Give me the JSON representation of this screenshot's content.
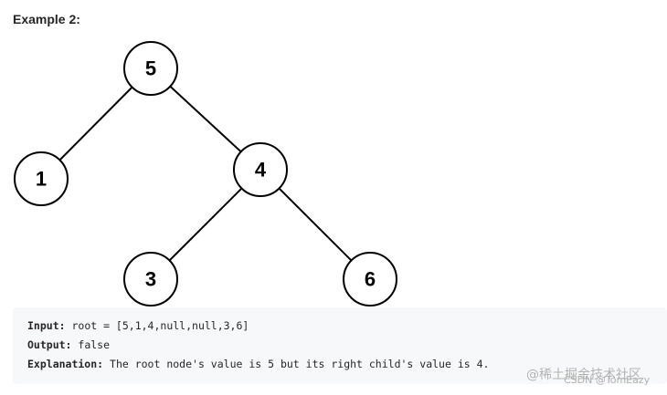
{
  "heading": "Example 2:",
  "tree": {
    "nodes": [
      {
        "id": "n5",
        "label": "5"
      },
      {
        "id": "n1",
        "label": "1"
      },
      {
        "id": "n4",
        "label": "4"
      },
      {
        "id": "n3",
        "label": "3"
      },
      {
        "id": "n6",
        "label": "6"
      }
    ],
    "edges": [
      [
        "n5",
        "n1"
      ],
      [
        "n5",
        "n4"
      ],
      [
        "n4",
        "n3"
      ],
      [
        "n4",
        "n6"
      ]
    ]
  },
  "example": {
    "input_label": "Input:",
    "input_value": " root = [5,1,4,null,null,3,6]",
    "output_label": "Output:",
    "output_value": " false",
    "explanation_label": "Explanation:",
    "explanation_value": " The root node's value is 5 but its right child's value is 4."
  },
  "watermark": {
    "primary": "@稀土掘金技术社区",
    "secondary": "CSDN @TomEazy"
  }
}
